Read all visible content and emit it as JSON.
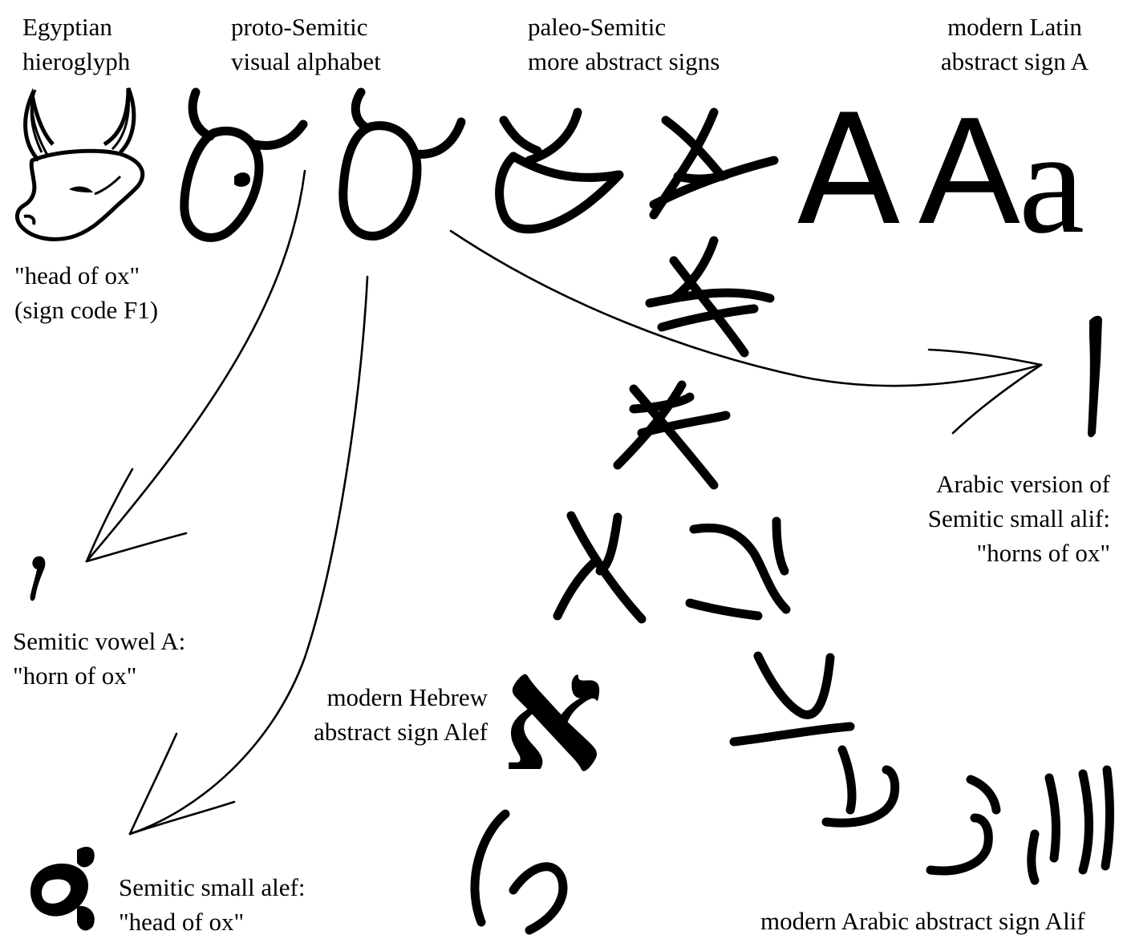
{
  "labels": {
    "egyptian": {
      "line1": "Egyptian",
      "line2": "hieroglyph"
    },
    "proto_semitic": {
      "line1": "proto-Semitic",
      "line2": "visual alphabet"
    },
    "paleo_semitic": {
      "line1": "paleo-Semitic",
      "line2": "more abstract signs"
    },
    "modern_latin": {
      "line1": "modern Latin",
      "line2": "abstract sign A"
    },
    "head_of_ox": {
      "line1": "\"head of ox\"",
      "line2": "(sign code F1)"
    },
    "arabic_version": {
      "line1": "Arabic version of",
      "line2": "Semitic small alif:",
      "line3": "\"horns of ox\""
    },
    "semitic_vowel": {
      "line1": "Semitic vowel A:",
      "line2": "\"horn of ox\""
    },
    "modern_hebrew": {
      "line1": "modern Hebrew",
      "line2": "abstract sign Alef"
    },
    "semitic_small_alef": {
      "line1": "Semitic small alef:",
      "line2": "\"head of ox\""
    },
    "modern_arabic": {
      "line1": "modern Arabic abstract sign Alif"
    }
  },
  "glyphs": {
    "latin_a_thin": "A",
    "latin_a_bold": "A",
    "latin_a_small": "a",
    "hebrew_alef": "א"
  }
}
